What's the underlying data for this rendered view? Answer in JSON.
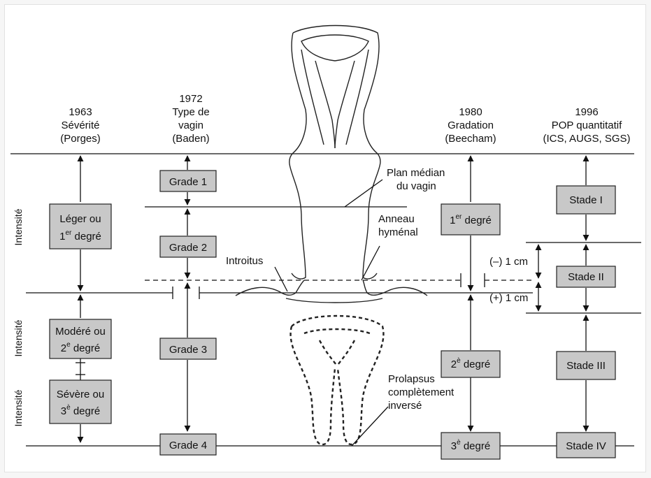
{
  "headers": {
    "porges": [
      "1963",
      "Sévérité",
      "(Porges)"
    ],
    "baden": [
      "1972",
      "Type de",
      "vagin",
      "(Baden)"
    ],
    "beecham": [
      "1980",
      "Gradation",
      "(Beecham)"
    ],
    "pop": [
      "1996",
      "POP quantitatif",
      "(ICS, AUGS, SGS)"
    ]
  },
  "side_label": "Intensité",
  "porges_boxes": [
    {
      "line1": "Léger ou",
      "num": "1",
      "sup": "er",
      "rest": " degré"
    },
    {
      "line1": "Modéré ou",
      "num": "2",
      "sup": "e",
      "rest": " degré"
    },
    {
      "line1": "Sévère ou",
      "num": "3",
      "sup": "è",
      "rest": " degré"
    }
  ],
  "baden_boxes": [
    "Grade 1",
    "Grade 2",
    "Grade 3",
    "Grade 4"
  ],
  "beecham_boxes": [
    {
      "num": "1",
      "sup": "er",
      "rest": " degré"
    },
    {
      "num": "2",
      "sup": "è",
      "rest": " degré"
    },
    {
      "num": "3",
      "sup": "è",
      "rest": " degré"
    }
  ],
  "pop_boxes": [
    "Stade I",
    "Stade II",
    "Stade III",
    "Stade IV"
  ],
  "annotations": {
    "plan_median": [
      "Plan médian",
      "du vagin"
    ],
    "anneau": [
      "Anneau",
      "hyménal"
    ],
    "introitus": "Introitus",
    "prolapsus": [
      "Prolapsus",
      "complètement",
      "inversé"
    ],
    "minus_cm": "(–) 1 cm",
    "plus_cm": "(+) 1 cm"
  }
}
